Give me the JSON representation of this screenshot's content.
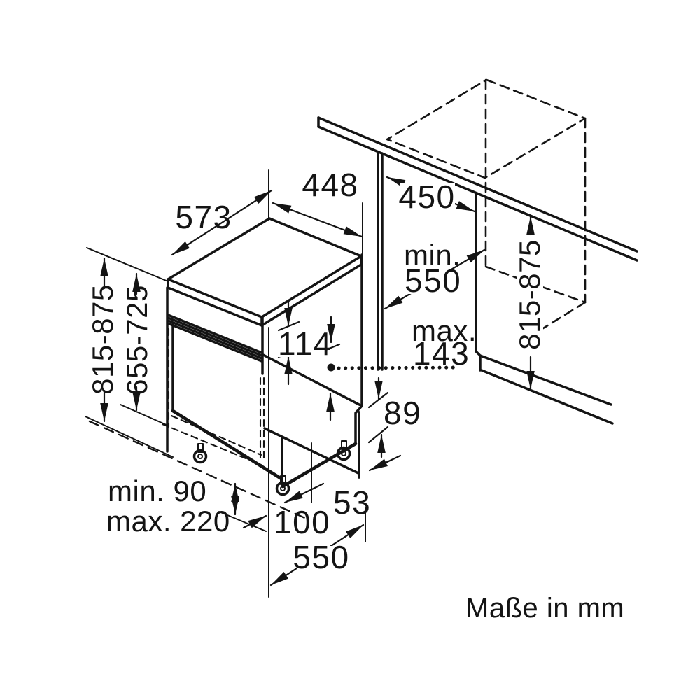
{
  "title_note": "Maße in mm",
  "dimensions": {
    "depth_with_door": "573",
    "top_width": "448",
    "niche_width": "450",
    "niche_depth_word": "min.",
    "niche_depth_value": "550",
    "connection_word": "max.",
    "connection_value": "143",
    "appliance_height": "815-875",
    "door_panel_height": "655-725",
    "niche_height": "815-875",
    "fascia_height": "114",
    "step_clearance": "89",
    "foot_clearance": "53",
    "plinth_depth": "100",
    "plinth_height_min": "min. 90",
    "plinth_height_max": "max. 220",
    "base_depth": "550"
  }
}
